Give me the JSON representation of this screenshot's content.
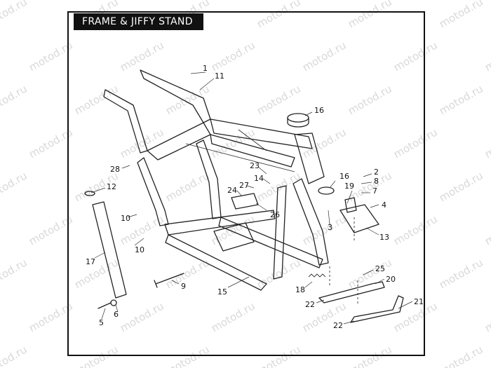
{
  "title": "FRAME & JIFFY STAND",
  "watermark": "motod.ru",
  "callouts": {
    "c1": "1",
    "c11": "11",
    "c16a": "16",
    "c28": "28",
    "c12": "12",
    "c23": "23",
    "c14": "14",
    "c27": "27",
    "c24": "24",
    "c26": "26",
    "c10a": "10",
    "c10b": "10",
    "c17": "17",
    "c9": "9",
    "c15": "15",
    "c5": "5",
    "c6": "6",
    "c16b": "16",
    "c2": "2",
    "c8": "8",
    "c19": "19",
    "c7": "7",
    "c4": "4",
    "c3": "3",
    "c13": "13",
    "c25": "25",
    "c20": "20",
    "c18": "18",
    "c22a": "22",
    "c21": "21",
    "c22b": "22"
  }
}
